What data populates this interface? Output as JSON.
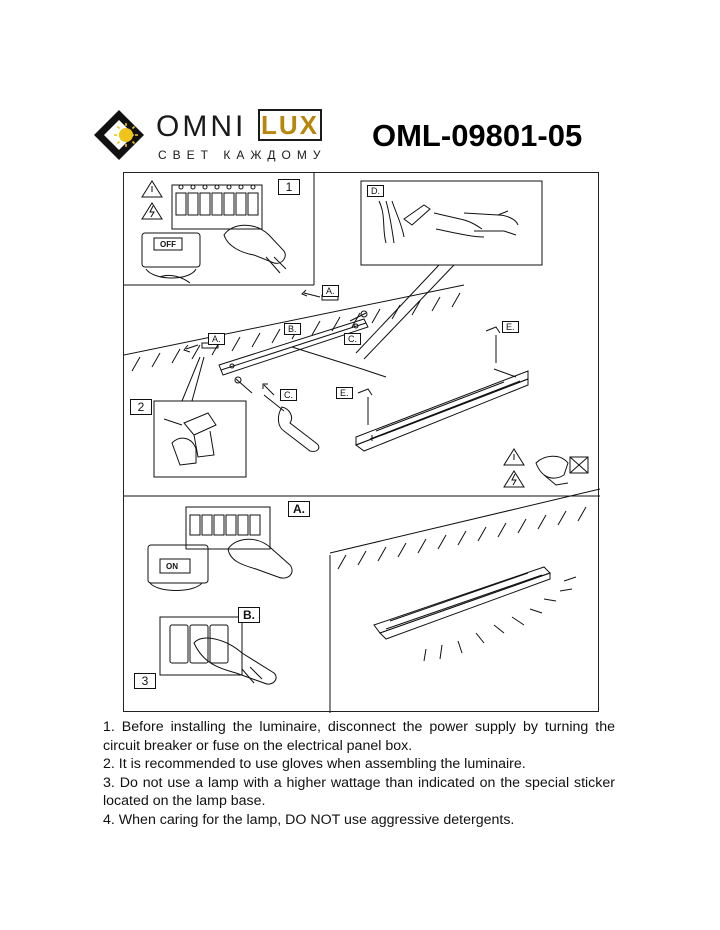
{
  "header": {
    "brand_left": "OMNI",
    "brand_right": "LUX",
    "tagline": "СВЕТ КАЖДОМУ",
    "model": "OML-09801-05",
    "logo_icon": "diamond-sun-logo",
    "accent_color": "#f0c419"
  },
  "figure": {
    "step1": {
      "number": "1",
      "switch_label": "OFF"
    },
    "step2": {
      "number": "2",
      "labels": {
        "a_top": "A.",
        "a_left": "A.",
        "b": "B.",
        "c_top": "C.",
        "c_bottom": "C.",
        "d": "D.",
        "e_right": "E.",
        "e_left": "E."
      }
    },
    "step3": {
      "number": "3",
      "switch_label": "ON",
      "label_a": "A.",
      "label_b": "B."
    }
  },
  "notes": [
    "1. Before installing the luminaire, disconnect the power supply by turning the circuit breaker or fuse on the electrical panel box.",
    "2. It is recommended to use gloves when assembling the luminaire.",
    "3. Do not use a lamp with a higher wattage than indicated on the special sticker located on the lamp base.",
    "4. When caring for the lamp, DO NOT use aggressive detergents."
  ]
}
